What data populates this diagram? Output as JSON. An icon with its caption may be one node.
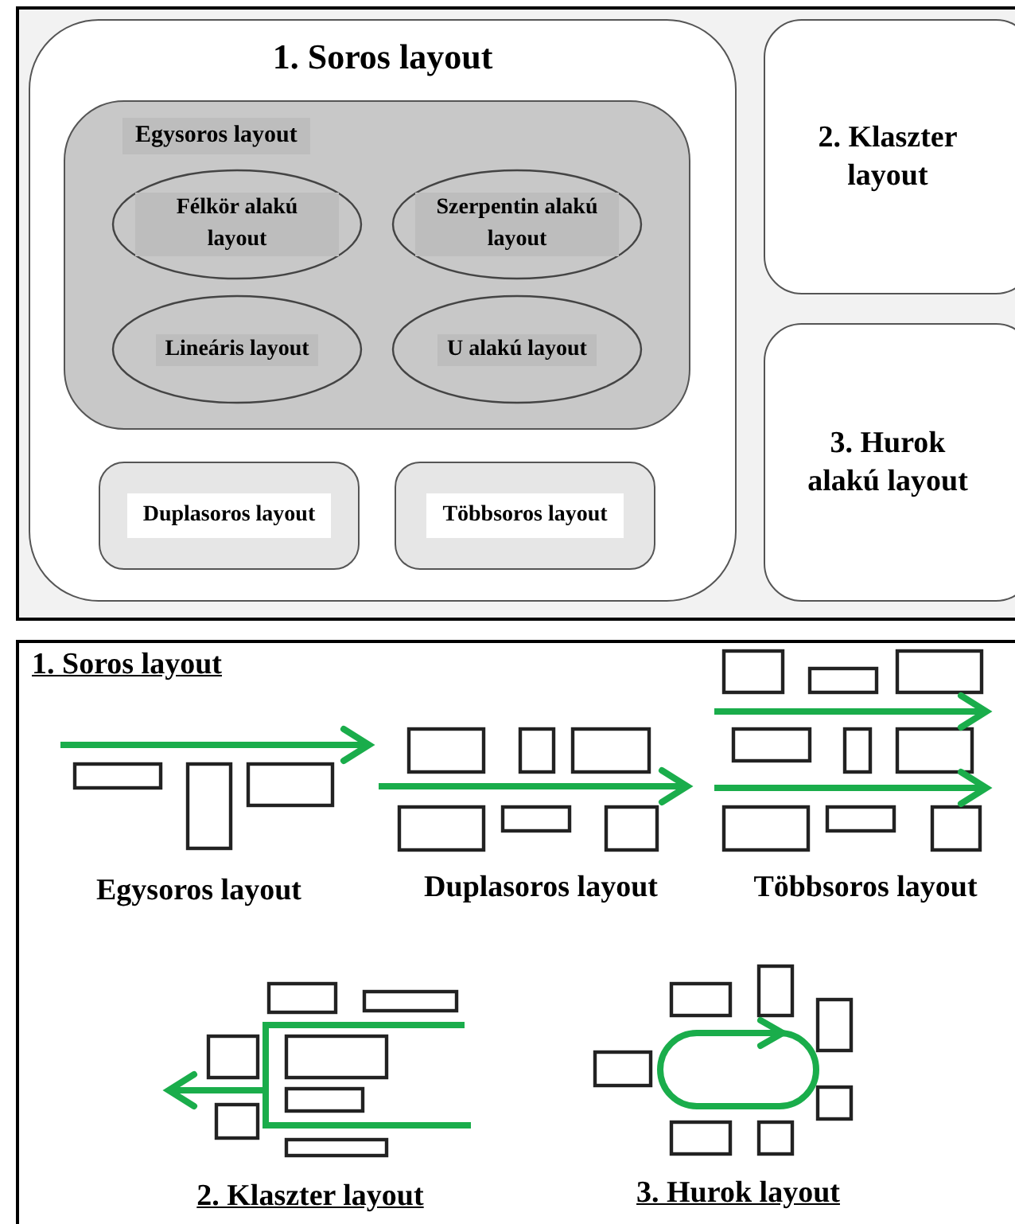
{
  "diagram": {
    "nodes": [
      {
        "text": [
          "1. Soros layout"
        ]
      },
      {
        "text": [
          "Egysoros layout"
        ],
        "in": 0
      },
      {
        "text": [
          "Félkör alakú layout"
        ],
        "in": 1
      },
      {
        "text": [
          "Szerpentin alakú layout"
        ],
        "in": 1
      },
      {
        "text": [
          "Lineáris layout"
        ],
        "in": 1
      },
      {
        "text": [
          "U alakú layout"
        ],
        "in": 1
      },
      {
        "text": [
          "Duplasoros layout"
        ],
        "in": 0
      },
      {
        "text": [
          "Többsoros layout"
        ],
        "in": 0
      },
      {
        "text": [
          "2. Klaszter layout"
        ]
      },
      {
        "text": [
          "3. Hurok alakú layout"
        ]
      }
    ],
    "edges": [],
    "labels": [
      "1. Soros layout",
      "Egysoros layout",
      "Duplasoros layout",
      "Többsoros layout",
      "2. Klaszter layout",
      "3. Hurok layout"
    ]
  }
}
